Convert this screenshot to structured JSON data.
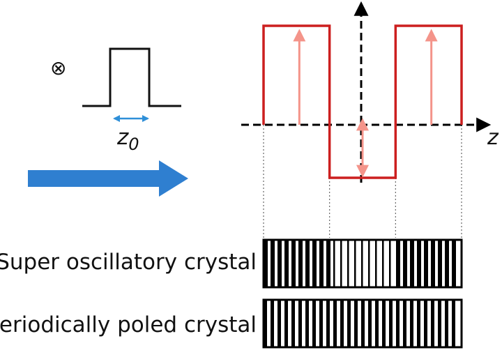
{
  "symbols": {
    "into_page": "⊗",
    "pulse_width_var": "z",
    "pulse_width_sub": "0",
    "axis_label": "z"
  },
  "crystals": {
    "super_label": "Super oscillatory crystal",
    "periodic_label": "Periodically poled crystal"
  },
  "colors": {
    "pulse": "#111111",
    "width_arrow": "#2f8fd8",
    "propagation_arrow": "#2f7fd0",
    "poling_profile": "#cc1f1f",
    "poling_arrows": "#f4948a",
    "axis": "#000000",
    "guides": "#666666"
  },
  "poling_profile": {
    "z_boundaries": [
      0,
      1,
      2,
      3
    ],
    "sign_per_segment": [
      1,
      -1,
      1
    ]
  }
}
